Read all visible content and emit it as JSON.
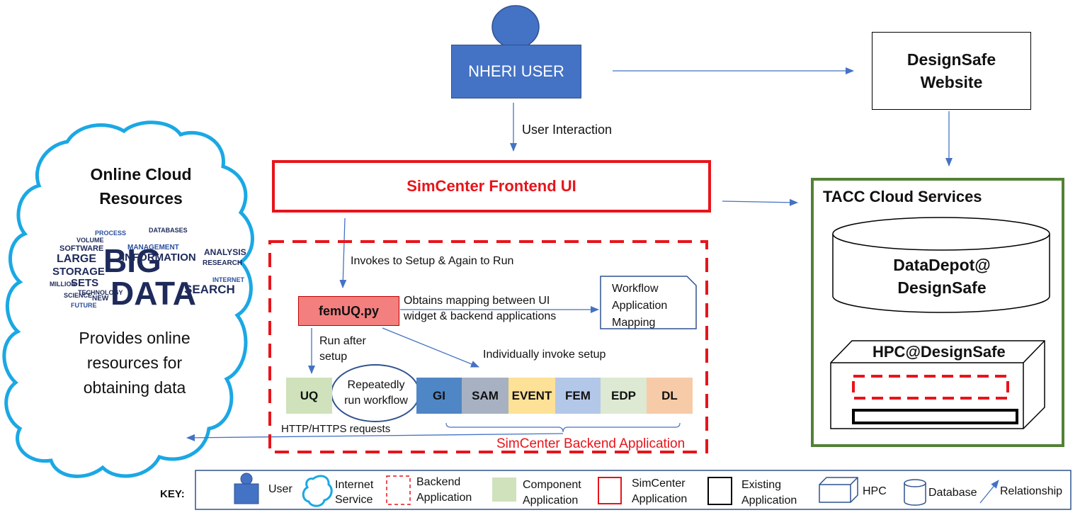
{
  "user": {
    "label": "NHERI USER"
  },
  "designsafe_website": {
    "label": "DesignSafe Website"
  },
  "user_interaction": "User Interaction",
  "frontend": {
    "label": "SimCenter Frontend UI"
  },
  "tacc": {
    "title": "TACC Cloud Services",
    "datadepot": "DataDepot@ DesignSafe",
    "hpc": "HPC@DesignSafe"
  },
  "cloud": {
    "title": "Online Cloud Resources",
    "description": "Provides online resources for obtaining data",
    "wordcloud": {
      "main_words": [
        "BIG",
        "DATA",
        "INFORMATION",
        "LARGE",
        "STORAGE",
        "SETS",
        "MANAGEMENT",
        "ANALYSIS",
        "SEARCH",
        "MILLION",
        "SOFTWARE",
        "VOLUME",
        "NEW",
        "RESEARCH",
        "FUTURE",
        "TECHNOLOGY",
        "SCIENCE",
        "INTERNET",
        "PROCESS",
        "DATABASES"
      ]
    }
  },
  "backend": {
    "invokes": "Invokes to Setup & Again to Run",
    "femuq": "femUQ.py",
    "obtains": "Obtains mapping between UI widget & backend applications",
    "mapping_doc": "Workflow Application Mapping",
    "run_after_setup": "Run after setup",
    "individually": "Individually invoke setup",
    "repeat": "Repeatedly run workflow",
    "http": "HTTP/HTTPS requests",
    "title": "SimCenter Backend Application",
    "components": [
      {
        "label": "UQ",
        "color": "#cfe2bb"
      },
      {
        "label": "GI",
        "color": "#4f86c6"
      },
      {
        "label": "SAM",
        "color": "#a7b1c2"
      },
      {
        "label": "EVENT",
        "color": "#fde197"
      },
      {
        "label": "FEM",
        "color": "#b3c8e8"
      },
      {
        "label": "EDP",
        "color": "#dde9d2"
      },
      {
        "label": "DL",
        "color": "#f7cba8"
      }
    ]
  },
  "key": {
    "title": "KEY:",
    "items": [
      {
        "label": "User",
        "icon": "user-icon"
      },
      {
        "label": "Internet Service",
        "icon": "cloud-icon"
      },
      {
        "label": "Backend Application",
        "icon": "dashed-box-icon"
      },
      {
        "label": "Component Application",
        "icon": "green-box-icon"
      },
      {
        "label": "SimCenter Application",
        "icon": "red-box-icon"
      },
      {
        "label": "Existing Application",
        "icon": "black-box-icon"
      },
      {
        "label": "HPC",
        "icon": "hpc-icon"
      },
      {
        "label": "Database",
        "icon": "database-icon"
      },
      {
        "label": "Relationship",
        "icon": "arrow-icon"
      }
    ]
  },
  "colors": {
    "user_fill": "#4472c4",
    "simcenter_red": "#e8141b",
    "tacc_green": "#538135",
    "cloud_blue": "#1ba8e4",
    "arrow_blue": "#4472c4",
    "femuq_fill": "#f37f7f"
  }
}
